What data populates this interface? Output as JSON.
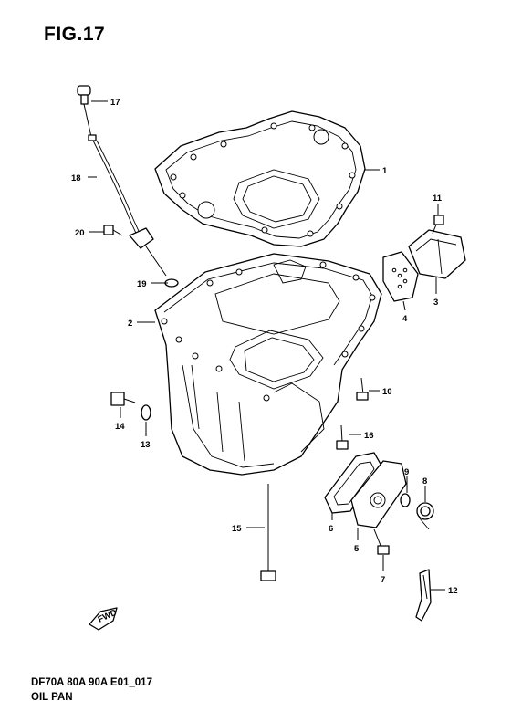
{
  "figure": {
    "title": "FIG.17",
    "model_code": "DF70A 80A 90A E01_017",
    "section_name": "OIL PAN"
  },
  "fwd_label": "FWD",
  "callouts": [
    {
      "id": "c17",
      "number": "17"
    },
    {
      "id": "c18",
      "number": "18"
    },
    {
      "id": "c20",
      "number": "20"
    },
    {
      "id": "c19",
      "number": "19"
    },
    {
      "id": "c2",
      "number": "2"
    },
    {
      "id": "c1",
      "number": "1"
    },
    {
      "id": "c11",
      "number": "11"
    },
    {
      "id": "c3",
      "number": "3"
    },
    {
      "id": "c4",
      "number": "4"
    },
    {
      "id": "c10",
      "number": "10"
    },
    {
      "id": "c16",
      "number": "16"
    },
    {
      "id": "c14",
      "number": "14"
    },
    {
      "id": "c13",
      "number": "13"
    },
    {
      "id": "c9",
      "number": "9"
    },
    {
      "id": "c8",
      "number": "8"
    },
    {
      "id": "c6",
      "number": "6"
    },
    {
      "id": "c15",
      "number": "15"
    },
    {
      "id": "c5",
      "number": "5"
    },
    {
      "id": "c7",
      "number": "7"
    },
    {
      "id": "c12",
      "number": "12"
    }
  ]
}
